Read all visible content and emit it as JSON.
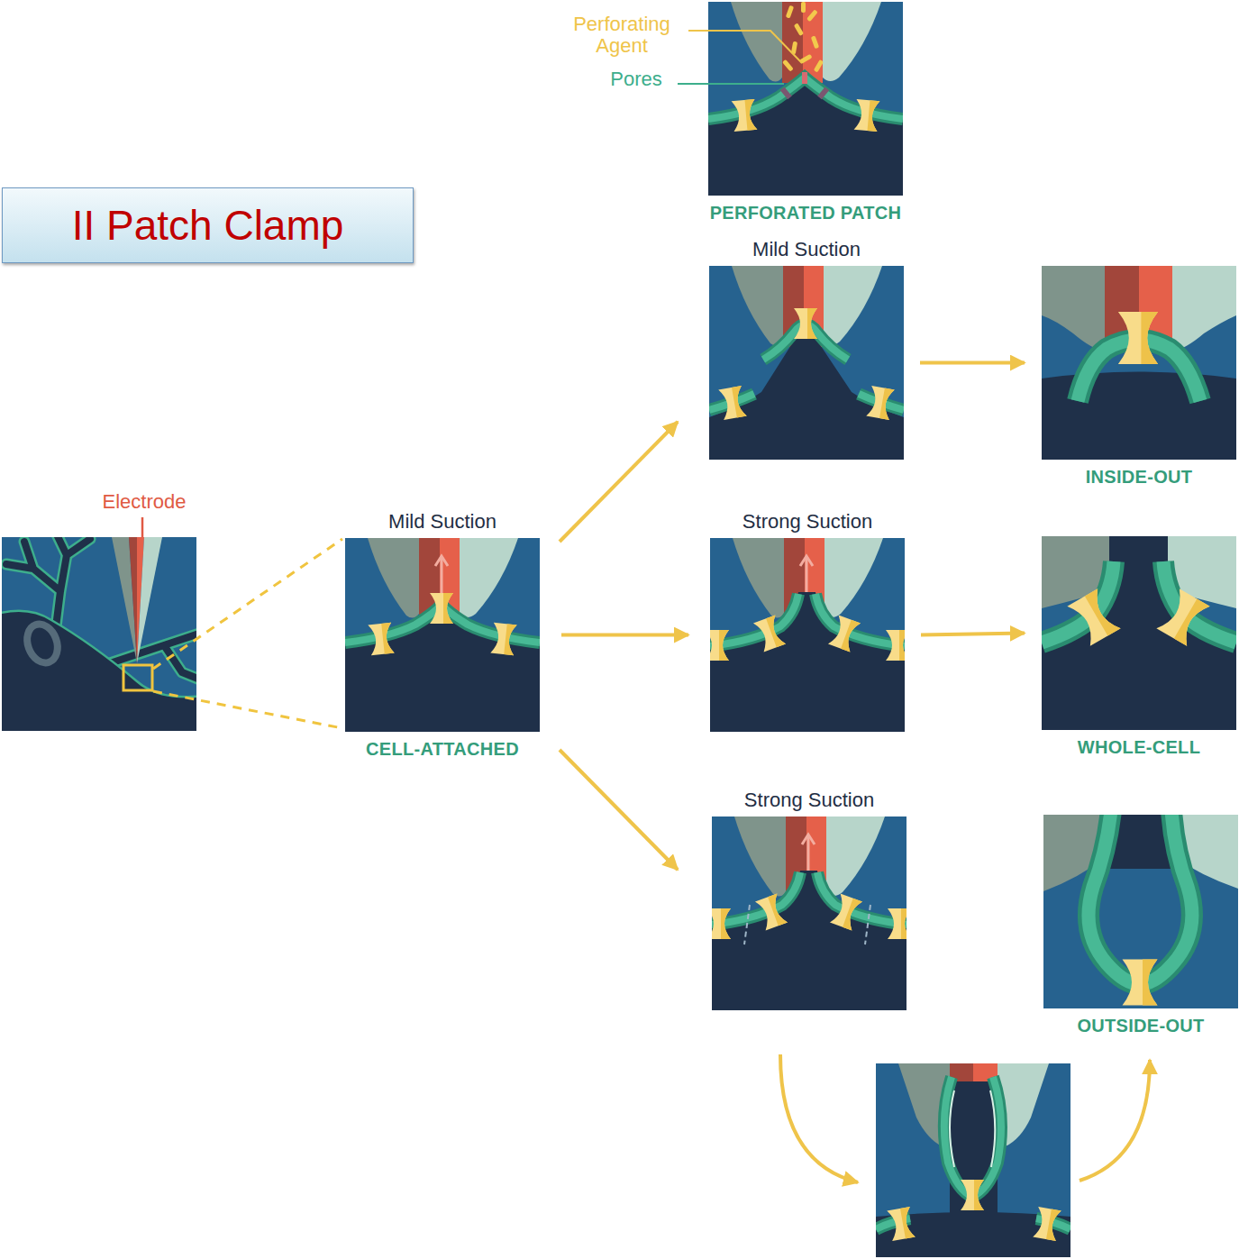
{
  "diagram": {
    "title": "II Patch Clamp",
    "nodes": [
      {
        "text": [
          "Mild Suction",
          "CELL-ATTACHED"
        ]
      },
      {
        "text": [
          "PERFORATED PATCH"
        ]
      },
      {
        "text": [
          "Mild Suction"
        ]
      },
      {
        "text": [
          "INSIDE-OUT"
        ]
      },
      {
        "text": [
          "Strong Suction"
        ]
      },
      {
        "text": [
          "WHOLE-CELL"
        ]
      },
      {
        "text": [
          "Strong Suction"
        ]
      },
      {
        "text": [
          "OUTSIDE-OUT"
        ]
      }
    ],
    "edges": [
      {
        "from": 0,
        "to": 2,
        "arrow": "to"
      },
      {
        "from": 0,
        "to": 4,
        "arrow": "to"
      },
      {
        "from": 0,
        "to": 6,
        "arrow": "to"
      },
      {
        "from": 2,
        "to": 3,
        "arrow": "to"
      },
      {
        "from": 4,
        "to": 5,
        "arrow": "to"
      }
    ],
    "labels": [
      "Electrode",
      "Perforating Agent",
      "Pores"
    ]
  }
}
